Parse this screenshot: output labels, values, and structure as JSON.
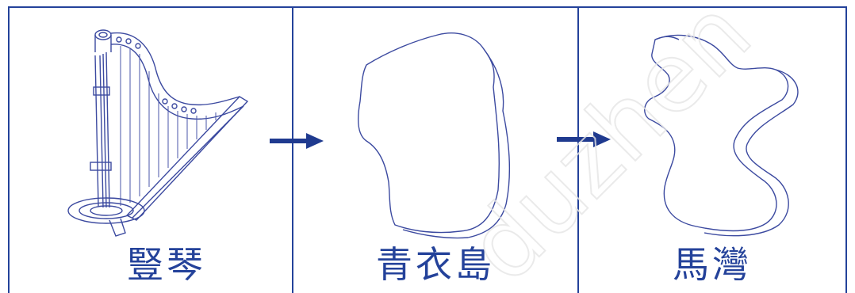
{
  "panels": [
    {
      "label": "豎琴",
      "icon": "harp-icon"
    },
    {
      "label": "青衣島",
      "icon": "tsing-yi-island-outline"
    },
    {
      "label": "馬灣",
      "icon": "ma-wan-island-outline"
    }
  ],
  "colors": {
    "border": "#24429a",
    "text": "#24429a",
    "arrow": "#1f3a8f",
    "line": "#3c4aa0"
  },
  "watermark": "duzhen"
}
